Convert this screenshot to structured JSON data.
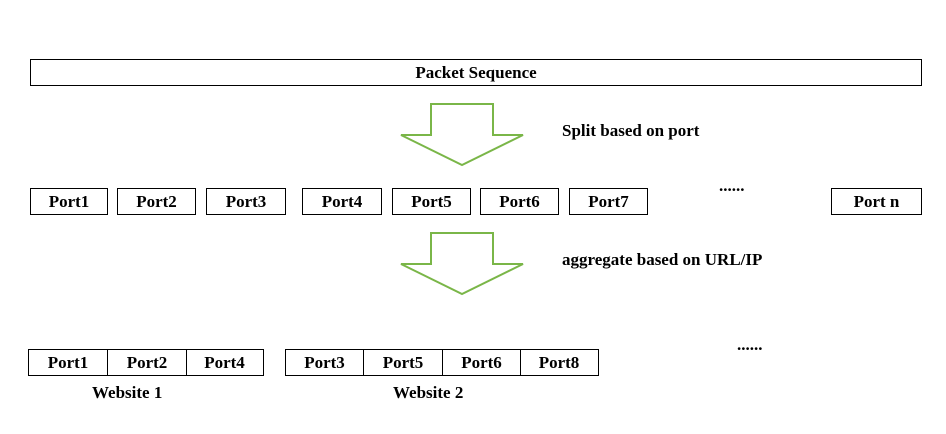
{
  "packet_sequence": "Packet Sequence",
  "step1_label": "Split based on port",
  "step2_label": "aggregate based on URL/IP",
  "ports": [
    "Port1",
    "Port2",
    "Port3",
    "Port4",
    "Port5",
    "Port6",
    "Port7"
  ],
  "ports_ellipsis": "......",
  "port_n": "Port n",
  "websites": [
    {
      "name": "Website 1",
      "ports": [
        "Port1",
        "Port2",
        "Port4"
      ]
    },
    {
      "name": "Website 2",
      "ports": [
        "Port3",
        "Port5",
        "Port6",
        "Port8"
      ]
    }
  ],
  "websites_ellipsis": "......",
  "colors": {
    "arrow": "#7ab648",
    "border": "#000000"
  }
}
